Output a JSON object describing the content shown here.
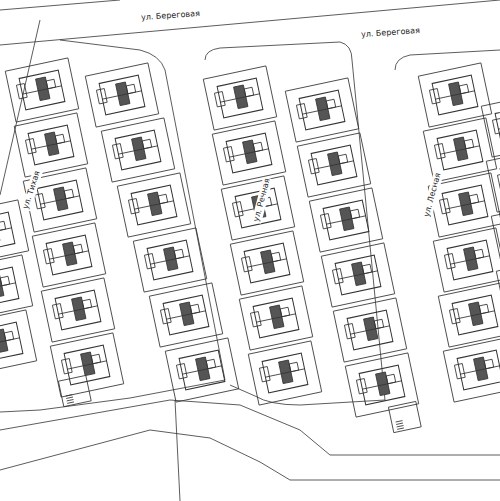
{
  "diagram": {
    "labels": [
      "ул. Береговая",
      "ул. Береговая",
      "ул. Тихая",
      "ул. Речная",
      "ул. Лесная"
    ]
  }
}
